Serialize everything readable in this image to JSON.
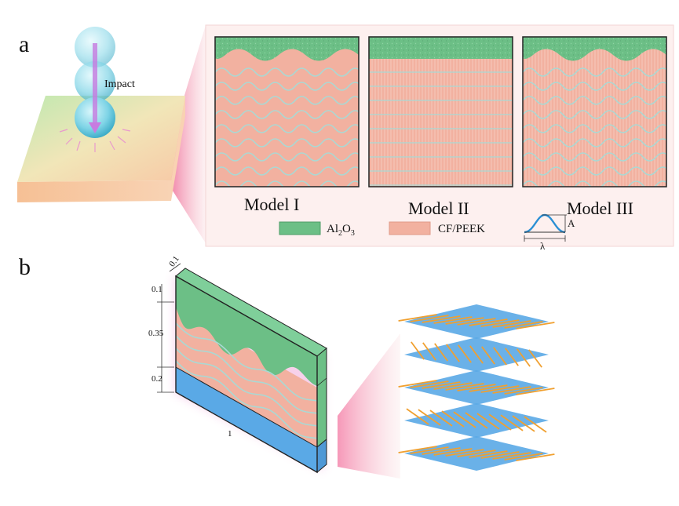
{
  "panel_a": {
    "letter": "a",
    "impact_label": "Impact",
    "models": [
      {
        "label": "Model I",
        "interface": "wavy"
      },
      {
        "label": "Model II",
        "interface": "flat"
      },
      {
        "label": "Model III",
        "interface": "wavy"
      }
    ],
    "legend": {
      "items": [
        {
          "material_base": "Al",
          "sub1": "2",
          "mid": "O",
          "sub2": "3",
          "color": "#6cbf86"
        },
        {
          "label": "CF/PEEK",
          "color": "#f2b1a0"
        }
      ],
      "wave_amplitude_symbol": "A",
      "wave_length_symbol": "λ"
    }
  },
  "panel_b": {
    "letter": "b",
    "dim_labels": [
      "0.1",
      "0.1",
      "0.35",
      "0.2",
      "1"
    ],
    "colors": {
      "ceramic": "#6cbf86",
      "composite": "#f2b1a0",
      "base": "#5aa9e6",
      "fiber": "#f0a030"
    }
  }
}
